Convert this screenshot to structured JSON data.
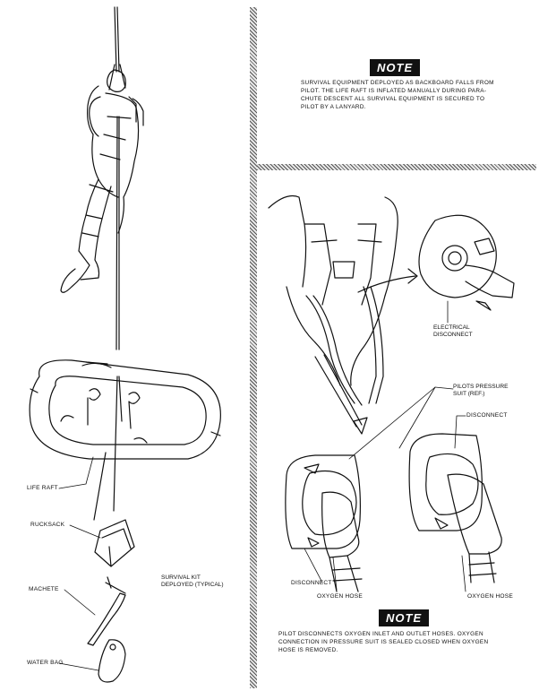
{
  "note_top": {
    "badge": "NOTE",
    "line1": "Survival equipment deployed as backboard falls from",
    "line2": "pilot. The life raft is inflated manually during para-",
    "line3": "chute descent all survival equipment is secured to",
    "line4": "pilot by a lanyard."
  },
  "note_bottom": {
    "badge": "NOTE",
    "line1": "Pilot disconnects oxygen inlet and outlet hoses. Oxygen",
    "line2": "connection in pressure suit is sealed closed when oxygen",
    "line3": "hose is removed."
  },
  "labels": {
    "life_raft": "LIFE RAFT",
    "rucksack": "RUCKSACK",
    "machete": "MACHETE",
    "water_bag": "WATER BAG",
    "survival_kit_1": "SURVIVAL KIT",
    "survival_kit_2": "DEPLOYED (TYPICAL)",
    "electrical_1": "ELECTRICAL",
    "electrical_2": "DISCONNECT",
    "pressure_suit_1": "PILOTS PRESSURE",
    "pressure_suit_2": "SUIT (REF.)",
    "disconnect_right": "DISCONNECT",
    "disconnect_left": "DISCONNECT",
    "oxygen_hose_left": "OXYGEN HOSE",
    "oxygen_hose_right": "OXYGEN HOSE"
  }
}
